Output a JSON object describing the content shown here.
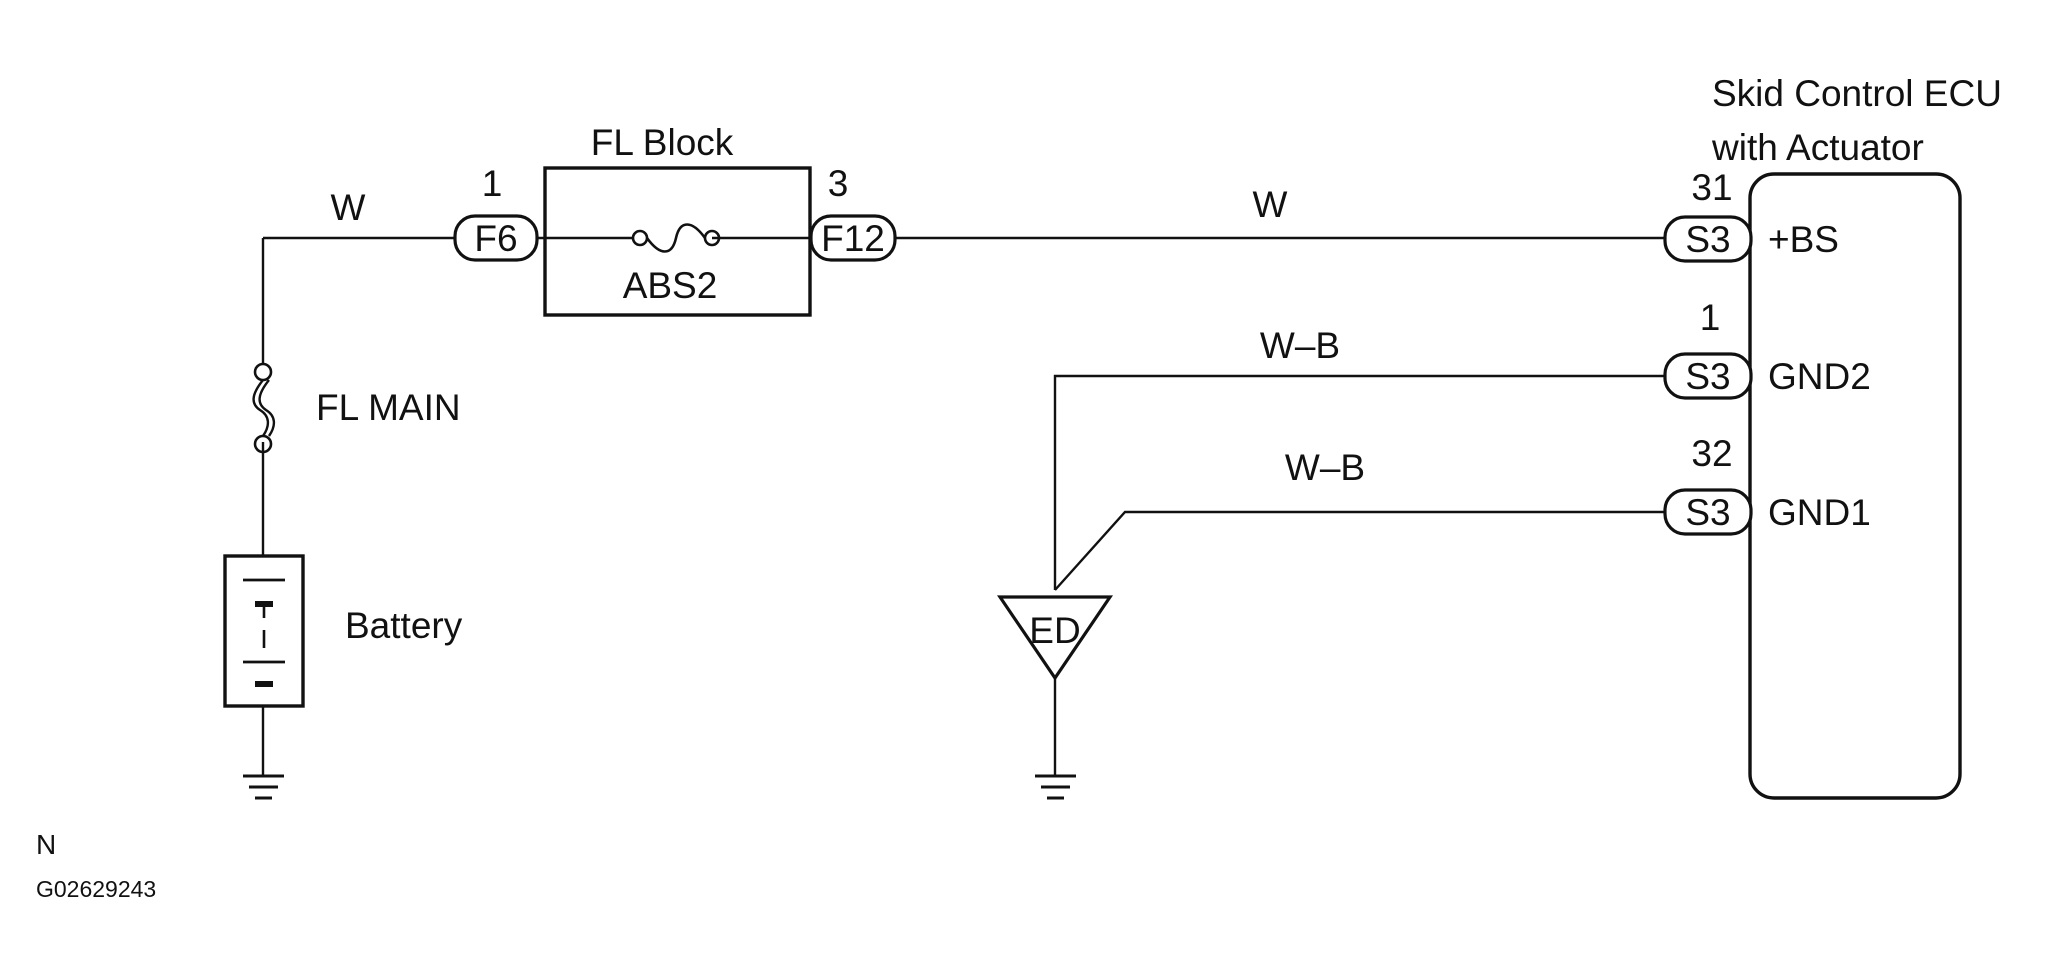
{
  "ecu": {
    "line1": "Skid Control ECU",
    "line2": "with Actuator"
  },
  "fl_block": {
    "title": "FL Block",
    "fuse": "ABS2"
  },
  "fl_main": "FL MAIN",
  "battery": "Battery",
  "connectors": {
    "f6": {
      "name": "F6",
      "pin": "1"
    },
    "f12": {
      "name": "F12",
      "pin": "3"
    },
    "s3_bs": {
      "name": "S3",
      "pin": "31",
      "terminal": "+BS"
    },
    "s3_gnd2": {
      "name": "S3",
      "pin": "1",
      "terminal": "GND2"
    },
    "s3_gnd1": {
      "name": "S3",
      "pin": "32",
      "terminal": "GND1"
    }
  },
  "wires": {
    "w1": "W",
    "w2": "W",
    "wb1": "W–B",
    "wb2": "W–B"
  },
  "ground_point": "ED",
  "footer": {
    "letter": "N",
    "code": "G02629243"
  }
}
